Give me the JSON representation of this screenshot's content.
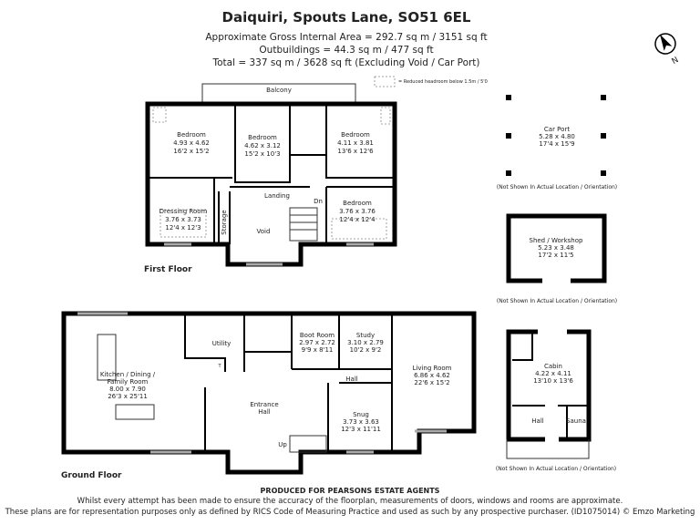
{
  "header": {
    "title": "Daiquiri, Spouts Lane, SO51 6EL",
    "line1": "Approximate Gross Internal Area = 292.7 sq m / 3151 sq ft",
    "line2": "Outbuildings = 44.3 sq m / 477 sq ft",
    "line3": "Total = 337 sq m / 3628 sq ft (Excluding Void / Car Port)"
  },
  "compass": {
    "letter": "N",
    "icon": "north-arrow-icon"
  },
  "legend": {
    "text": "= Reduced headroom below 1.5m / 5'0"
  },
  "first_floor": {
    "label": "First Floor",
    "balcony": "Balcony",
    "rooms": [
      {
        "name": "Bedroom",
        "metric": "4.93 x 4.62",
        "imperial": "16'2 x 15'2"
      },
      {
        "name": "Bedroom",
        "metric": "4.62 x 3.12",
        "imperial": "15'2 x 10'3"
      },
      {
        "name": "Bedroom",
        "metric": "4.11 x 3.81",
        "imperial": "13'6 x 12'6"
      },
      {
        "name": "Bedroom",
        "metric": "3.76 x 3.76",
        "imperial": "12'4 x 12'4"
      },
      {
        "name": "Dressing Room",
        "metric": "3.76 x 3.73",
        "imperial": "12'4 x 12'3"
      }
    ],
    "landing": "Landing",
    "storage": "Storage",
    "void": "Void",
    "dn": "Dn"
  },
  "ground_floor": {
    "label": "Ground Floor",
    "rooms": [
      {
        "name": "Kitchen / Dining /",
        "name2": "Family Room",
        "metric": "8.00 x 7.90",
        "imperial": "26'3 x 25'11"
      },
      {
        "name": "Boot Room",
        "metric": "2.97 x 2.72",
        "imperial": "9'9 x 8'11"
      },
      {
        "name": "Study",
        "metric": "3.10 x 2.79",
        "imperial": "10'2 x 9'2"
      },
      {
        "name": "Living Room",
        "metric": "6.86 x 4.62",
        "imperial": "22'6 x 15'2"
      },
      {
        "name": "Snug",
        "metric": "3.73 x 3.63",
        "imperial": "12'3 x 11'11"
      }
    ],
    "utility": "Utility",
    "hall": "Hall",
    "entrance_hall": [
      "Entrance",
      "Hall"
    ],
    "up": "Up",
    "t": "T"
  },
  "outbuildings": {
    "car_port": {
      "name": "Car Port",
      "metric": "5.28 x 4.80",
      "imperial": "17'4 x 15'9",
      "note": "(Not Shown In Actual Location / Orientation)"
    },
    "shed": {
      "name": "Shed / Workshop",
      "metric": "5.23 x 3.48",
      "imperial": "17'2 x 11'5",
      "note": "(Not Shown In Actual Location / Orientation)"
    },
    "cabin": {
      "name": "Cabin",
      "metric": "4.22 x 4.11",
      "imperial": "13'10 x 13'6",
      "hall": "Hall",
      "sauna": "Sauna",
      "note": "(Not Shown In Actual Location / Orientation)"
    }
  },
  "footer": {
    "producer": "PRODUCED FOR PEARSONS ESTATE AGENTS",
    "line1": "Whilst every attempt has been made to ensure the accuracy of the floorplan, measurements of doors, windows and rooms are approximate.",
    "line2": "These plans are for representation purposes only as defined by RICS Code of Measuring Practice and used as such by any prospective purchaser. (ID1075014) © Emzo Marketing"
  }
}
